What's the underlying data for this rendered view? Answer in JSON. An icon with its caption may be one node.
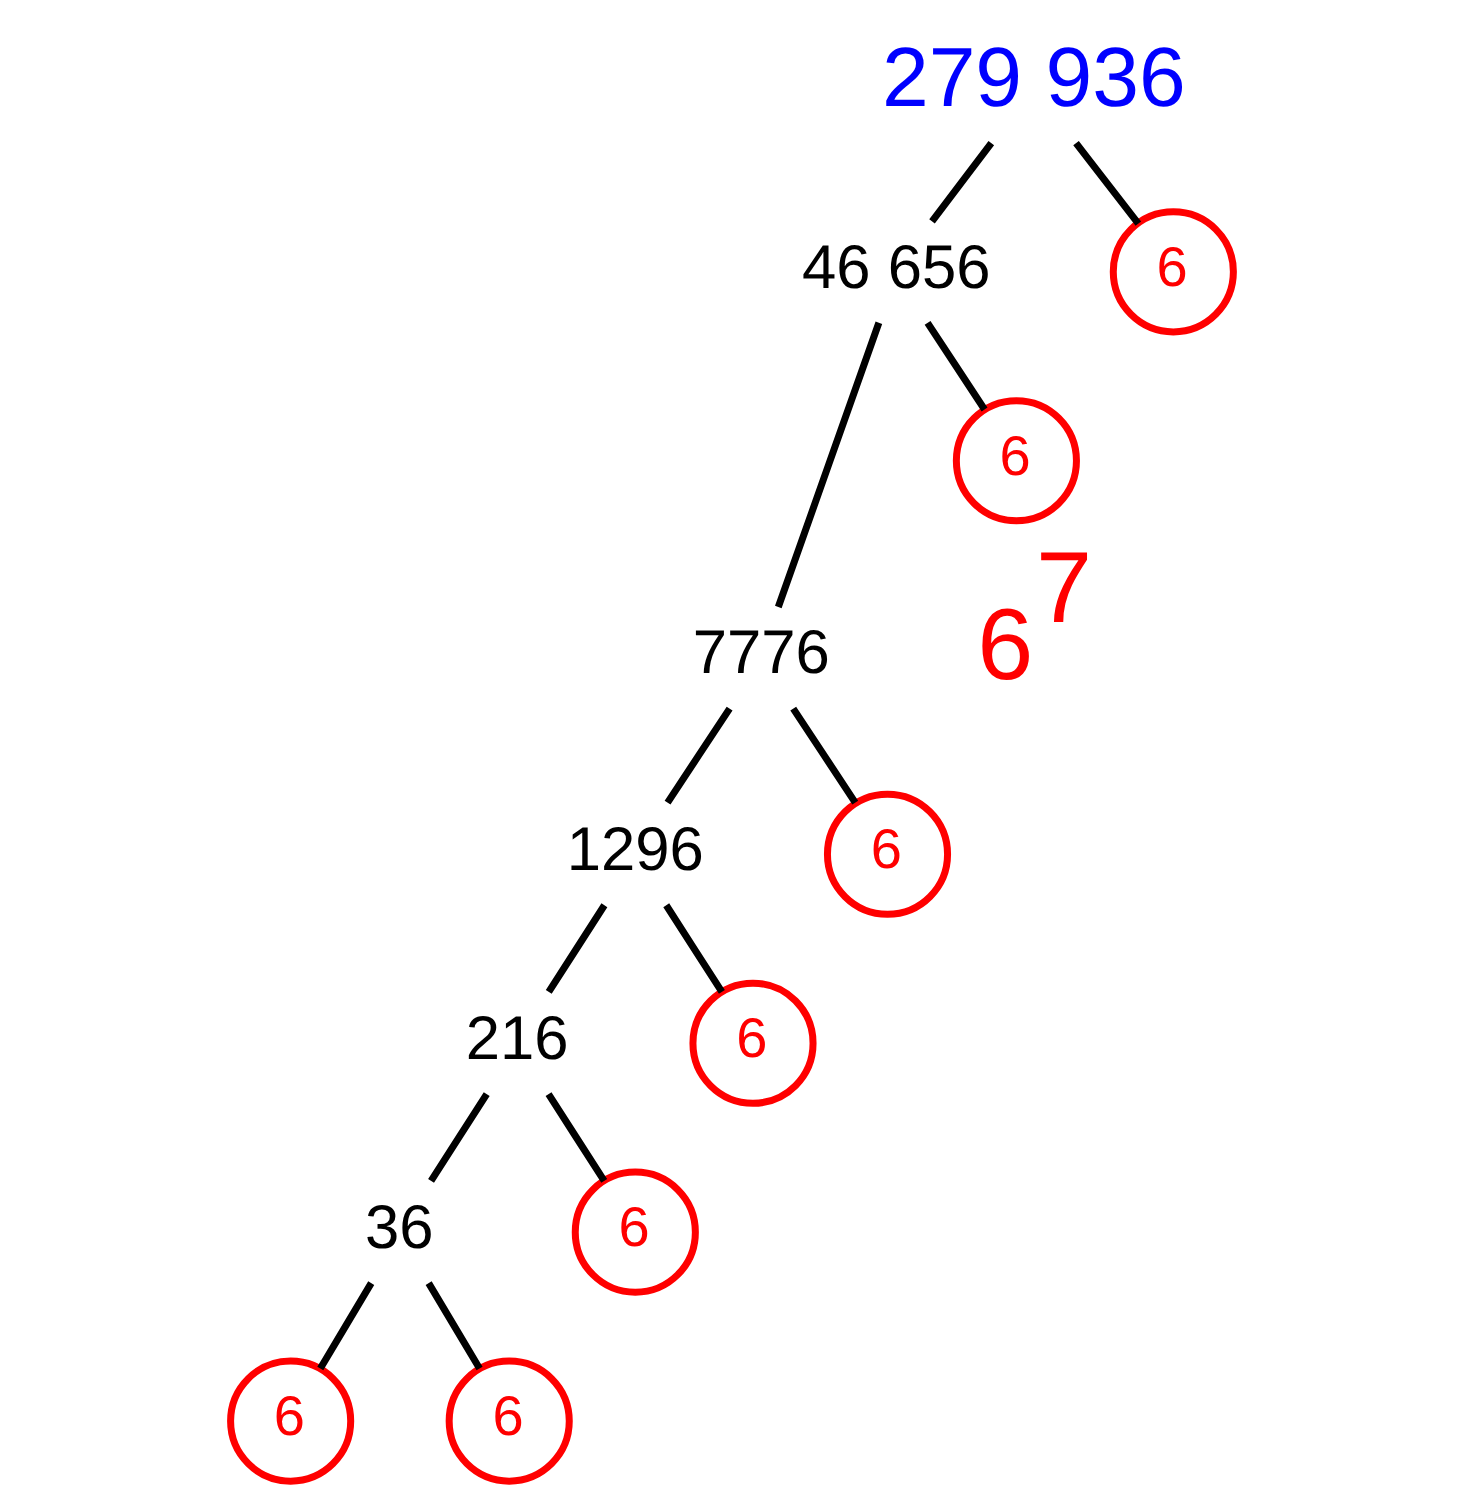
{
  "diagram": {
    "nodes": [
      {
        "text": [
          "279 936"
        ]
      },
      {
        "text": [
          "46 656"
        ]
      },
      {
        "text": [
          "6"
        ]
      },
      {
        "text": [
          "7776"
        ]
      },
      {
        "text": [
          "6"
        ]
      },
      {
        "text": [
          "1296"
        ]
      },
      {
        "text": [
          "6"
        ]
      },
      {
        "text": [
          "216"
        ]
      },
      {
        "text": [
          "6"
        ]
      },
      {
        "text": [
          "36"
        ]
      },
      {
        "text": [
          "6"
        ]
      },
      {
        "text": [
          "6"
        ]
      },
      {
        "text": [
          "6"
        ]
      }
    ],
    "edges": [
      {
        "from": 0,
        "to": 1,
        "arrow": "none"
      },
      {
        "from": 0,
        "to": 2,
        "arrow": "none"
      },
      {
        "from": 1,
        "to": 3,
        "arrow": "none"
      },
      {
        "from": 1,
        "to": 4,
        "arrow": "none"
      },
      {
        "from": 3,
        "to": 5,
        "arrow": "none"
      },
      {
        "from": 3,
        "to": 6,
        "arrow": "none"
      },
      {
        "from": 5,
        "to": 7,
        "arrow": "none"
      },
      {
        "from": 5,
        "to": 8,
        "arrow": "none"
      },
      {
        "from": 7,
        "to": 9,
        "arrow": "none"
      },
      {
        "from": 7,
        "to": 10,
        "arrow": "none"
      },
      {
        "from": 9,
        "to": 11,
        "arrow": "none"
      },
      {
        "from": 9,
        "to": 12,
        "arrow": "none"
      }
    ],
    "labels": [
      "6$^{7}$"
    ]
  }
}
